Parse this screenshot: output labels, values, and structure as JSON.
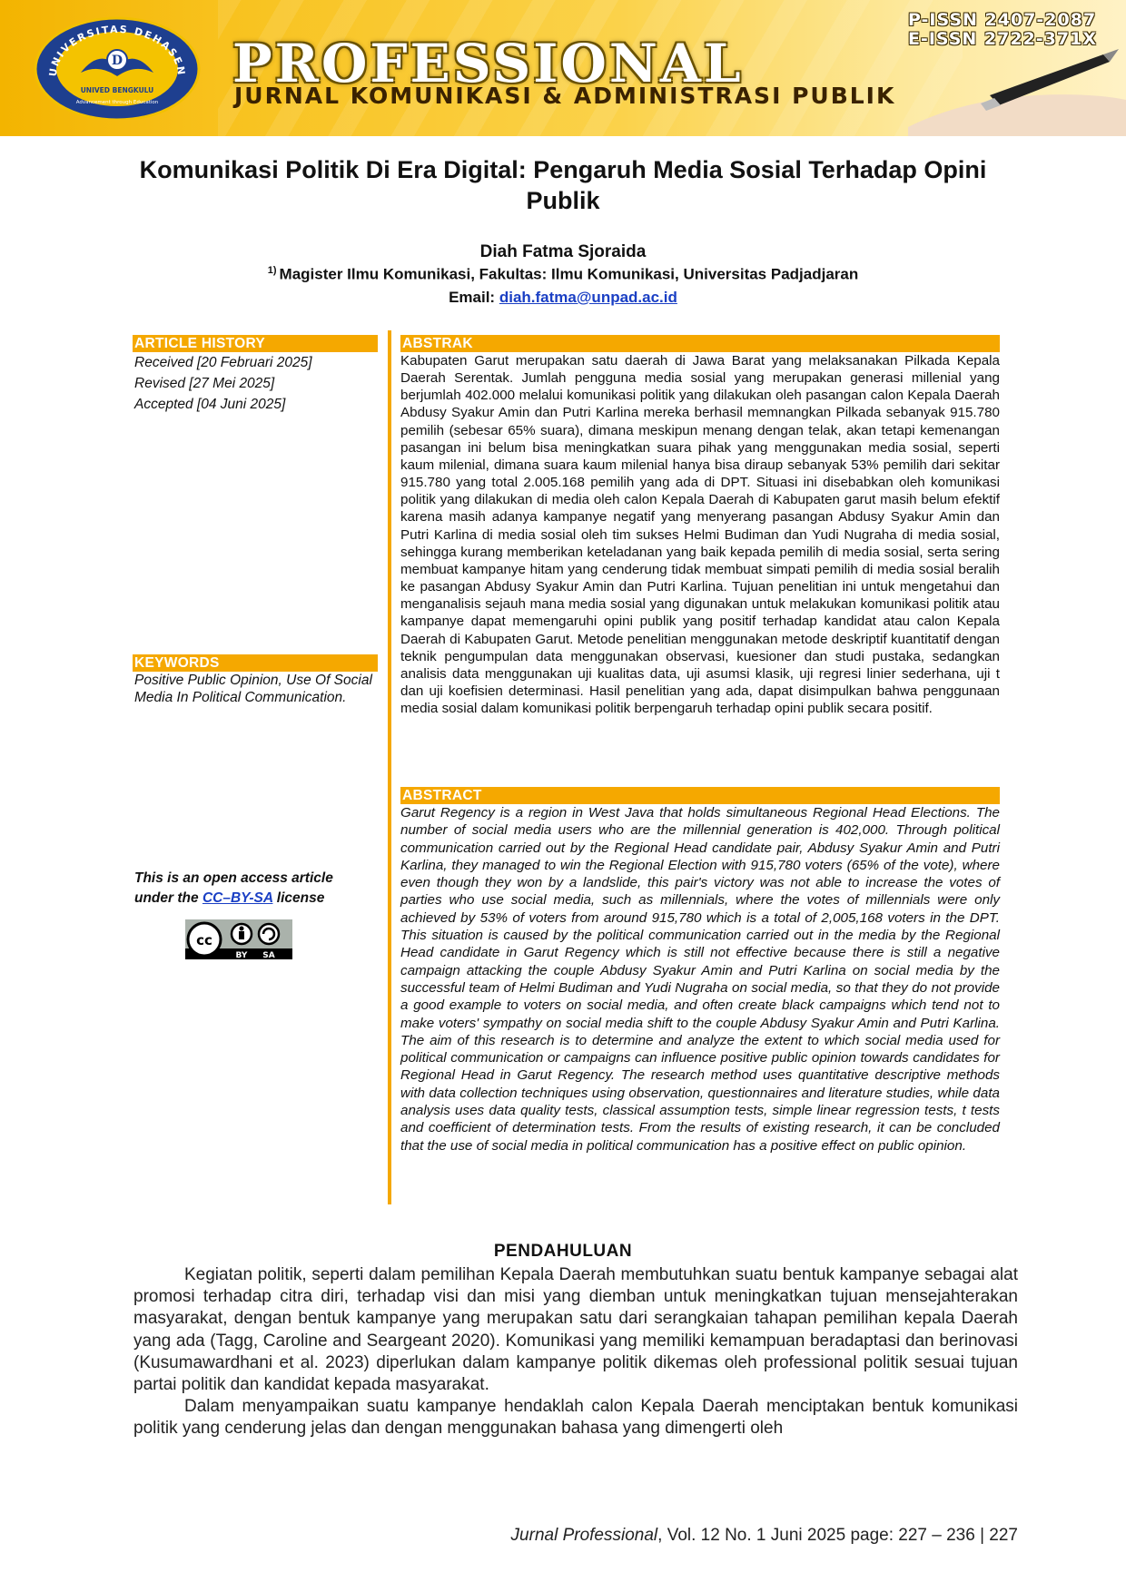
{
  "header": {
    "logo_ring_text": "UNIVERSITAS DEHASEN",
    "logo_inner_text": "UNIVED BENGKULU",
    "logo_motto": "Advancement through Education",
    "journal_name": "PROFESSIONAL",
    "journal_subtitle": "JURNAL KOMUNIKASI & ADMINISTRASI PUBLIK",
    "p_issn": "P-ISSN 2407-2087",
    "e_issn": "E-ISSN 2722-371X",
    "accent_color": "#f5a800"
  },
  "paper": {
    "title": "Komunikasi Politik Di Era Digital: Pengaruh Media Sosial Terhadap Opini Publik",
    "author": "Diah Fatma Sjoraida",
    "affiliation_sup": "1)",
    "affiliation": "Magister Ilmu Komunikasi, Fakultas: Ilmu Komunikasi, Universitas Padjadjaran",
    "email_label": "Email:",
    "email": "diah.fatma@unpad.ac.id"
  },
  "article_history": {
    "label": "ARTICLE HISTORY",
    "received": "Received [20 Februari 2025]",
    "revised": "Revised [27 Mei 2025]",
    "accepted": "Accepted [04 Juni 2025]"
  },
  "keywords": {
    "label": "KEYWORDS",
    "text": "Positive Public Opinion, Use Of Social Media In Political Communication."
  },
  "license": {
    "line1": "This is an open access article",
    "line2_before": "under the",
    "link": "CC–BY-SA",
    "line2_after": "license",
    "badge_by": "BY",
    "badge_sa": "SA"
  },
  "abstrak": {
    "label": "ABSTRAK",
    "text": "Kabupaten Garut merupakan satu daerah di Jawa Barat yang melaksanakan Pilkada Kepala Daerah Serentak. Jumlah pengguna media sosial yang merupakan generasi millenial yang berjumlah 402.000 melalui komunikasi politik yang dilakukan oleh pasangan calon Kepala Daerah Abdusy Syakur Amin dan Putri Karlina mereka berhasil memnangkan Pilkada sebanyak 915.780 pemilih (sebesar 65% suara), dimana meskipun menang dengan telak, akan tetapi kemenangan pasangan ini belum bisa meningkatkan suara pihak yang menggunakan media sosial, seperti kaum milenial, dimana suara kaum milenial hanya bisa diraup sebanyak 53% pemilih dari sekitar 915.780 yang total 2.005.168 pemilih yang ada di DPT. Situasi ini disebabkan oleh komunikasi politik yang dilakukan di media oleh calon Kepala Daerah di Kabupaten garut masih belum efektif karena masih adanya kampanye negatif yang menyerang pasangan Abdusy Syakur Amin dan Putri Karlina di media sosial oleh tim sukses Helmi Budiman dan Yudi Nugraha di media sosial, sehingga kurang memberikan keteladanan yang baik kepada pemilih di media sosial, serta sering membuat kampanye hitam yang cenderung tidak membuat simpati pemilih di media sosial beralih ke pasangan Abdusy Syakur Amin dan Putri Karlina. Tujuan penelitian ini untuk mengetahui dan menganalisis sejauh mana media sosial yang digunakan untuk melakukan komunikasi politik atau kampanye dapat memengaruhi opini publik yang positif terhadap kandidat atau calon Kepala Daerah di Kabupaten Garut. Metode penelitian menggunakan metode deskriptif kuantitatif dengan teknik pengumpulan data menggunakan observasi, kuesioner dan studi pustaka, sedangkan analisis data menggunakan uji kualitas data, uji asumsi klasik, uji regresi linier sederhana, uji t dan uji koefisien determinasi. Hasil penelitian yang ada, dapat disimpulkan bahwa penggunaan media sosial dalam komunikasi politik berpengaruh terhadap opini publik secara positif."
  },
  "abstract": {
    "label": "ABSTRACT",
    "text": "Garut Regency is a region in West Java that holds simultaneous Regional Head Elections. The number of social media users who are the millennial generation is 402,000. Through political communication carried out by the Regional Head candidate pair, Abdusy Syakur Amin and Putri Karlina, they managed to win the Regional Election with 915,780 voters (65% of the vote), where even though they won by a landslide, this pair's victory was not able to increase the votes of parties who use social media, such as millennials, where the votes of millennials were only achieved by 53% of voters from around 915,780 which is a total of 2,005,168 voters in the DPT. This situation is caused by the political communication carried out in the media by the Regional Head candidate in Garut Regency which is still not effective because there is still a negative campaign attacking the couple Abdusy Syakur Amin and Putri Karlina on social media by the successful team of Helmi Budiman and Yudi Nugraha on social media, so that they do not provide a good example to voters on social media, and often create black campaigns which tend not to make voters' sympathy on social media shift to the couple Abdusy Syakur Amin and Putri Karlina. The aim of this research is to determine and analyze the extent to which social media used for political communication or campaigns can influence positive public opinion towards candidates for Regional Head in Garut Regency. The research method uses quantitative descriptive methods with data collection techniques using observation, questionnaires and literature studies, while data analysis uses data quality tests, classical assumption tests, simple linear regression tests, t tests and coefficient of determination tests. From the results of existing research, it can be concluded that the use of social media in political communication has a positive effect on public opinion."
  },
  "body": {
    "section_title": "PENDAHULUAN",
    "paragraph1": "Kegiatan politik, seperti dalam pemilihan Kepala Daerah membutuhkan suatu bentuk kampanye sebagai alat promosi terhadap citra diri, terhadap visi dan misi yang diemban untuk meningkatkan tujuan mensejahterakan masyarakat, dengan bentuk kampanye yang merupakan satu dari serangkaian tahapan pemilihan kepala Daerah yang ada (Tagg, Caroline and Seargeant 2020). Komunikasi yang memiliki kemampuan beradaptasi dan berinovasi (Kusumawardhani et al. 2023) diperlukan dalam kampanye politik dikemas oleh professional politik sesuai tujuan partai politik dan kandidat kepada masyarakat.",
    "paragraph2": "Dalam menyampaikan suatu kampanye hendaklah calon Kepala Daerah menciptakan bentuk komunikasi politik yang cenderung jelas dan dengan menggunakan bahasa yang dimengerti oleh"
  },
  "footer": {
    "journal": "Jurnal Professional",
    "citation": ", Vol. 12 No. 1 Juni 2025 page: 227 – 236 | 227"
  }
}
